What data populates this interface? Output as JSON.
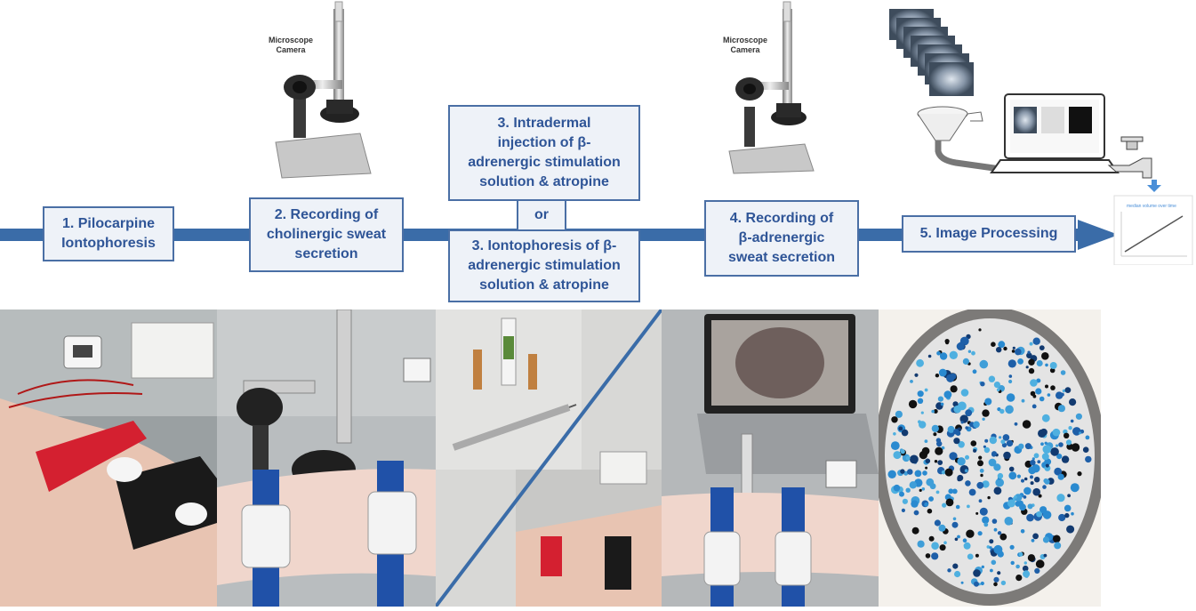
{
  "steps": {
    "s1": [
      "1. Pilocarpine",
      "Iontophoresis"
    ],
    "s2": [
      "2. Recording of",
      "cholinergic sweat",
      "secretion"
    ],
    "s3a": [
      "3. Intradermal",
      "injection of β-",
      "adrenergic stimulation",
      "solution & atropine"
    ],
    "or": "or",
    "s3b": [
      "3. Iontophoresis of β-",
      "adrenergic stimulation",
      "solution & atropine"
    ],
    "s4": [
      "4. Recording of",
      "β-adrenergic",
      "sweat secretion"
    ],
    "s5": "5. Image Processing"
  },
  "camera_label": [
    "Microscope",
    "Camera"
  ],
  "mini_chart_title": "median volume over time"
}
